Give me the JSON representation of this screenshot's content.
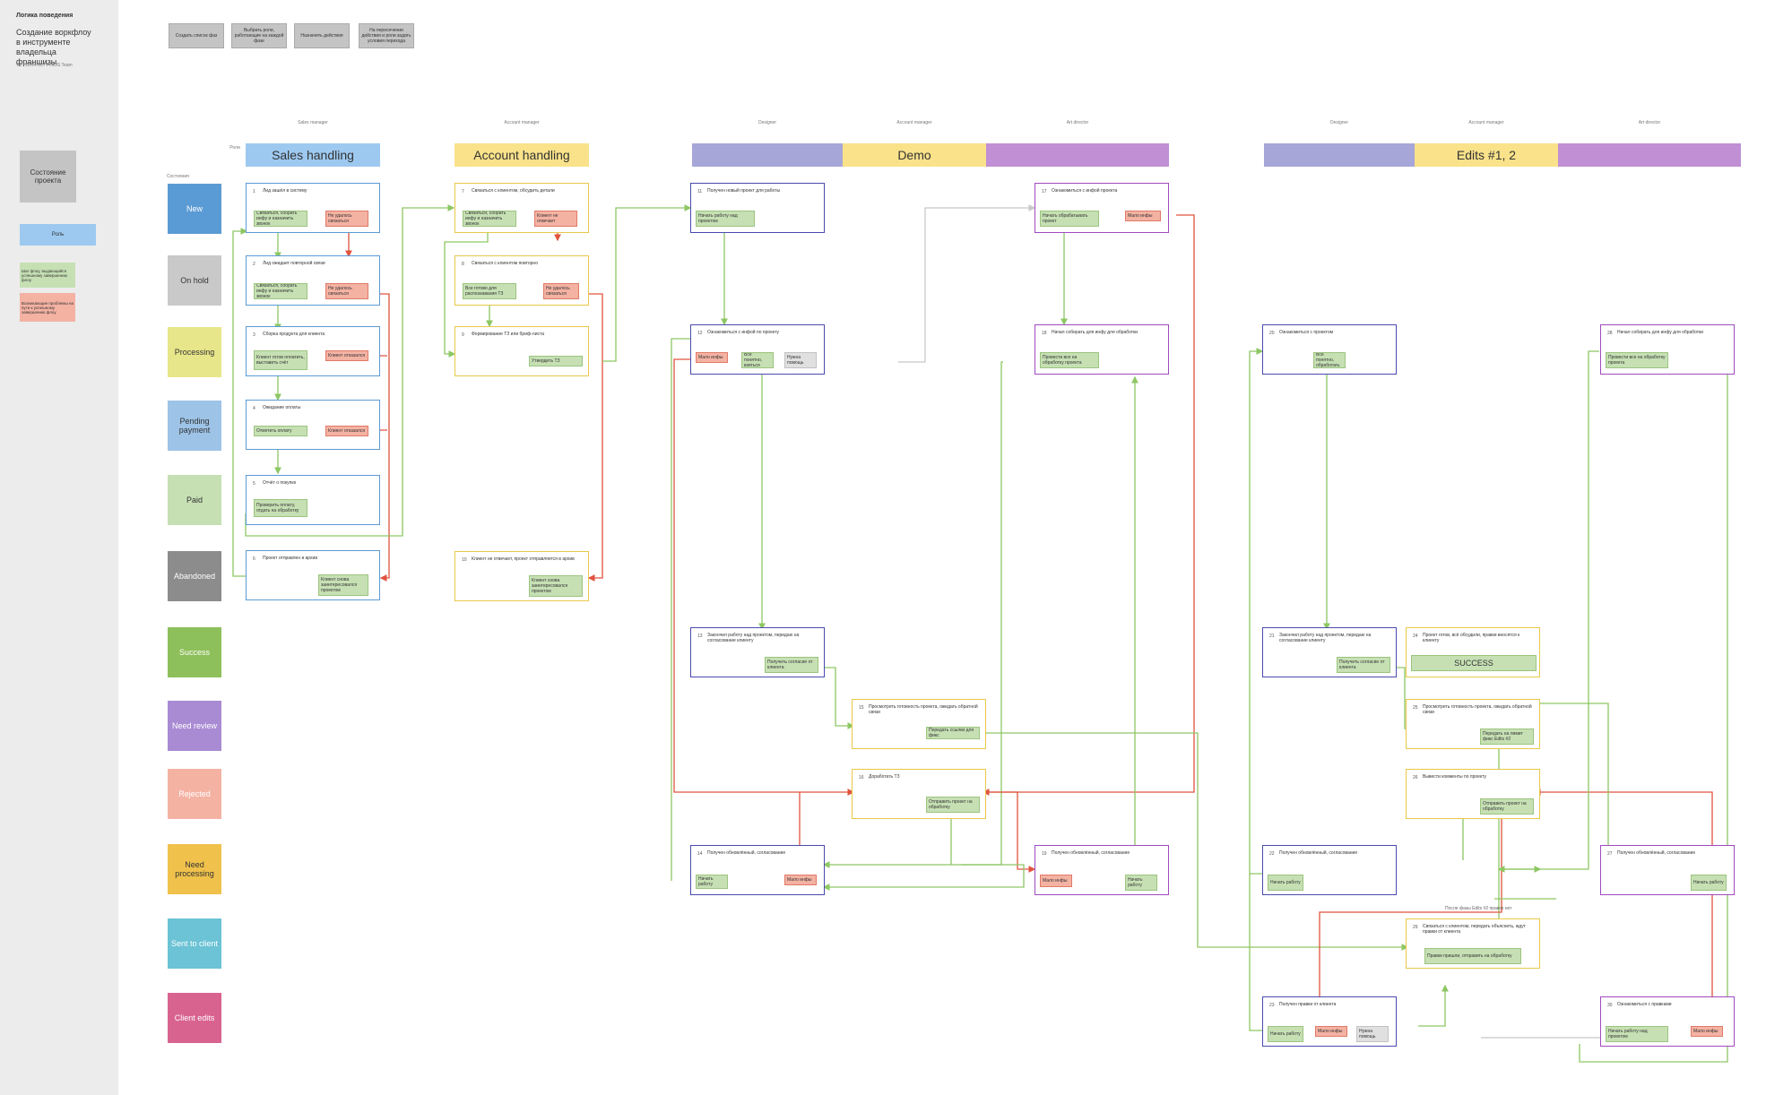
{
  "sidebar": {
    "title": "Логика поведения",
    "heading": "Создание воркфлоу в инструменте владельца франшизы",
    "meta": "V1 / 28.04.18 / FINOS Team",
    "legend": {
      "state_label": "Состояние проекта",
      "role_label": "Роль",
      "green_note": "Шаг флоу, выдающийся успешному завершению флоу",
      "red_note": "Возникающие проблемы на пути к успешному завершению флоу"
    }
  },
  "top_buttons": [
    "Создать список фаз",
    "Выбрать роли, работающие на каждой фазе",
    "Назначить действия",
    "На пересечении действия и роли задать условия перехода"
  ],
  "states_label": "Состояния",
  "roles_label": "Роли",
  "states": [
    {
      "label": "New",
      "color": "#5b9bd5",
      "text_color": "#ffffff"
    },
    {
      "label": "On hold",
      "color": "#c9c9c9",
      "text_color": "#333333"
    },
    {
      "label": "Processing",
      "color": "#e8e68a",
      "text_color": "#333333"
    },
    {
      "label": "Pending payment",
      "color": "#9dc3e6",
      "text_color": "#333333"
    },
    {
      "label": "Paid",
      "color": "#c6e0b4",
      "text_color": "#333333"
    },
    {
      "label": "Abandoned",
      "color": "#8c8c8c",
      "text_color": "#ffffff"
    },
    {
      "label": "Success",
      "color": "#8dbf5a",
      "text_color": "#ffffff"
    },
    {
      "label": "Need review",
      "color": "#a98bd4",
      "text_color": "#ffffff"
    },
    {
      "label": "Rejected",
      "color": "#f4b2a3",
      "text_color": "#ffffff"
    },
    {
      "label": "Need processing",
      "color": "#f0c14b",
      "text_color": "#333333"
    },
    {
      "label": "Sent to client",
      "color": "#6cc3d5",
      "text_color": "#ffffff"
    },
    {
      "label": "Client edits",
      "color": "#d9638f",
      "text_color": "#ffffff"
    }
  ],
  "lanes": {
    "sales": {
      "label": "Sales handling",
      "role": "Sales manager",
      "color": "#9dc9f0"
    },
    "account": {
      "label": "Account handling",
      "role": "Account manager",
      "color": "#f9e28a"
    },
    "demo": {
      "label": "Demo",
      "segments": [
        "#a6a6d8",
        "#f9e28a",
        "#c08fd4"
      ],
      "roles": [
        "Designer",
        "Account manager",
        "Art director"
      ]
    },
    "edits": {
      "label": "Edits #1, 2",
      "segments": [
        "#a6a6d8",
        "#f9e28a",
        "#c08fd4"
      ],
      "roles": [
        "Designer",
        "Account manager",
        "Art director"
      ]
    }
  },
  "cards": [
    {
      "num": "1",
      "title": "Лид зашёл в систему",
      "buttons": [
        "Связаться, собрать инфу и назначить звонок",
        "Не удалось связаться"
      ]
    },
    {
      "num": "2",
      "title": "Лид ожидает повторной связи",
      "buttons": [
        "Связаться, собрать инфу и назначить звонок",
        "Не удалось связаться"
      ]
    },
    {
      "num": "3",
      "title": "Сборка продукта для клиента",
      "buttons": [
        "Клиент готов оплатить, выставить счёт",
        "Клиент отказался"
      ]
    },
    {
      "num": "4",
      "title": "Ожидание оплаты",
      "buttons": [
        "Отметить оплату",
        "Клиент отказался"
      ]
    },
    {
      "num": "5",
      "title": "Отчёт о покупке",
      "buttons": [
        "Проверить оплату, отдать на обработку"
      ]
    },
    {
      "num": "6",
      "title": "Проект отправлен в архив",
      "buttons": [
        "Клиент снова заинтересовался проектом"
      ]
    },
    {
      "num": "7",
      "title": "Связаться с клиентом, обсудить детали",
      "buttons": [
        "Связаться, собрать инфу и назначить звонок",
        "Клиент не отвечает"
      ]
    },
    {
      "num": "8",
      "title": "Связаться с клиентом повторно",
      "buttons": [
        "Все готово для распознавания ТЗ",
        "Не удалось связаться"
      ]
    },
    {
      "num": "9",
      "title": "Формирование ТЗ или бриф-листа",
      "buttons": [
        "Утвердить ТЗ"
      ]
    },
    {
      "num": "10",
      "title": "Клиент не отвечает, проект отправляется в архив",
      "buttons": [
        "Клиент снова заинтересовался проектом"
      ]
    },
    {
      "num": "11",
      "title": "Получен новый проект для работы",
      "buttons": [
        "Начать работу над проектом"
      ]
    },
    {
      "num": "12",
      "title": "Ознакомиться с инфой по проекту",
      "buttons": [
        "Мало инфы",
        "Всё понятно, взяться",
        "Нужна помощь"
      ]
    },
    {
      "num": "13",
      "title": "Закончил работу над проектом, передаю на согласование клиенту",
      "buttons": [
        "Получить согласие от клиента"
      ]
    },
    {
      "num": "14",
      "title": "Получен обновлённый, согласование",
      "buttons": [
        "Начать работу",
        "Мало инфы"
      ]
    },
    {
      "num": "15",
      "title": "Просмотреть готовность проекта, ожидать обратной связи",
      "buttons": [
        "Передать ссылки для фикс"
      ]
    },
    {
      "num": "16",
      "title": "Доработать ТЗ",
      "buttons": [
        "Отправить проект на обработку"
      ]
    },
    {
      "num": "17",
      "title": "Ознакомиться с инфой проекта",
      "buttons": [
        "Начать обрабатывать проект",
        "Мало инфы"
      ]
    },
    {
      "num": "18",
      "title": "Начал собирать для инфу для обработки",
      "buttons": [
        "Провести все на обработку проекта"
      ]
    },
    {
      "num": "19",
      "title": "Получен обновлённый, согласование",
      "buttons": [
        "Мало инфы",
        "Начать работу"
      ]
    },
    {
      "num": "20",
      "title": "Ознакомиться с проектом",
      "buttons": [
        "Всё понятно, обработать"
      ]
    },
    {
      "num": "21",
      "title": "Закончил работу над проектом, передаю на согласование клиенту",
      "buttons": [
        "Получить согласие от клиента"
      ]
    },
    {
      "num": "22",
      "title": "Получен обновлённый, согласование",
      "buttons": [
        "Начать работу"
      ]
    },
    {
      "num": "23",
      "title": "Получен правки от клиента",
      "buttons": [
        "Начать работу",
        "Мало инфы",
        "Нужна помощь"
      ]
    },
    {
      "num": "24",
      "title": "Проект готов, всё обсудили, правки вносятся к клиенту",
      "buttons": [
        "SUCCESS"
      ]
    },
    {
      "num": "25",
      "title": "Просмотреть готовность проекта, ожидать обратной связи",
      "buttons": [
        "Передать на лимит фикс Edits #2"
      ]
    },
    {
      "num": "26",
      "title": "Вывести комменты по проекту",
      "buttons": [
        "Отправить проект на обработку"
      ]
    },
    {
      "num": "27",
      "title": "Получен обновлённый, согласование",
      "buttons": [
        "Начать работу"
      ]
    },
    {
      "num": "28",
      "title": "Начал собирать для инфу для обработки",
      "buttons": [
        "Провести все на обработку проекта"
      ]
    },
    {
      "num": "29",
      "title": "Связаться с клиентом, передать объяснить, ждут правки от клиента",
      "buttons": [
        "Правки пришли, отправить на обработку"
      ]
    },
    {
      "num": "30",
      "title": "Ознакомиться с правками",
      "buttons": [
        "Начать работу над проектом",
        "Мало инфы"
      ]
    }
  ],
  "note_label": "После фазы Edits #2 правок нет",
  "colors": {
    "green_arrow": "#8dc763",
    "red_arrow": "#e0533d",
    "grey_arrow": "#c8c8c8"
  }
}
